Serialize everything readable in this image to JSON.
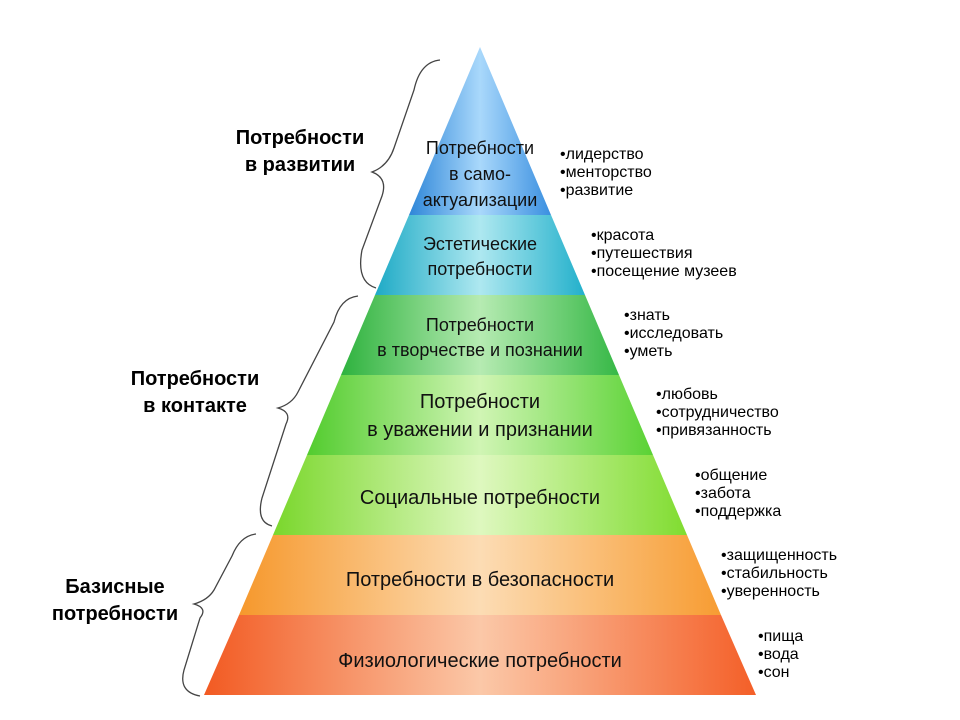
{
  "tiers": [
    {
      "lines": [
        "Потребности",
        "в само-",
        "актуализации"
      ],
      "bullets": [
        "•лидерство",
        "•менторство",
        "•развитие"
      ],
      "color": "#4a9de6"
    },
    {
      "lines": [
        "Эстетические",
        "потребности"
      ],
      "bullets": [
        "•красота",
        "•путешествия",
        "•посещение музеев"
      ],
      "color": "#2fb6cf"
    },
    {
      "lines": [
        "Потребности",
        "в творчестве и познании"
      ],
      "bullets": [
        "•знать",
        "•исследовать",
        "•уметь"
      ],
      "color": "#3cbf4c"
    },
    {
      "lines": [
        "Потребности",
        "в уважении и признании"
      ],
      "bullets": [
        "•любовь",
        "•сотрудничество",
        "•привязанность"
      ],
      "color": "#66d63a"
    },
    {
      "lines": [
        "Социальные потребности"
      ],
      "bullets": [
        "•общение",
        "•забота",
        "•поддержка"
      ],
      "color": "#86e234"
    },
    {
      "lines": [
        "Потребности в безопасности"
      ],
      "bullets": [
        "•защищенность",
        "•стабильность",
        "•уверенность"
      ],
      "color": "#f7a640"
    },
    {
      "lines": [
        "Физиологические потребности"
      ],
      "bullets": [
        "•пища",
        "•вода",
        "•сон"
      ],
      "color": "#f56d33"
    }
  ],
  "groups": [
    {
      "lines": [
        "Потребности",
        "в развитии"
      ]
    },
    {
      "lines": [
        "Потребности",
        "в контакте"
      ]
    },
    {
      "lines": [
        "Базисные",
        "потребности"
      ]
    }
  ]
}
